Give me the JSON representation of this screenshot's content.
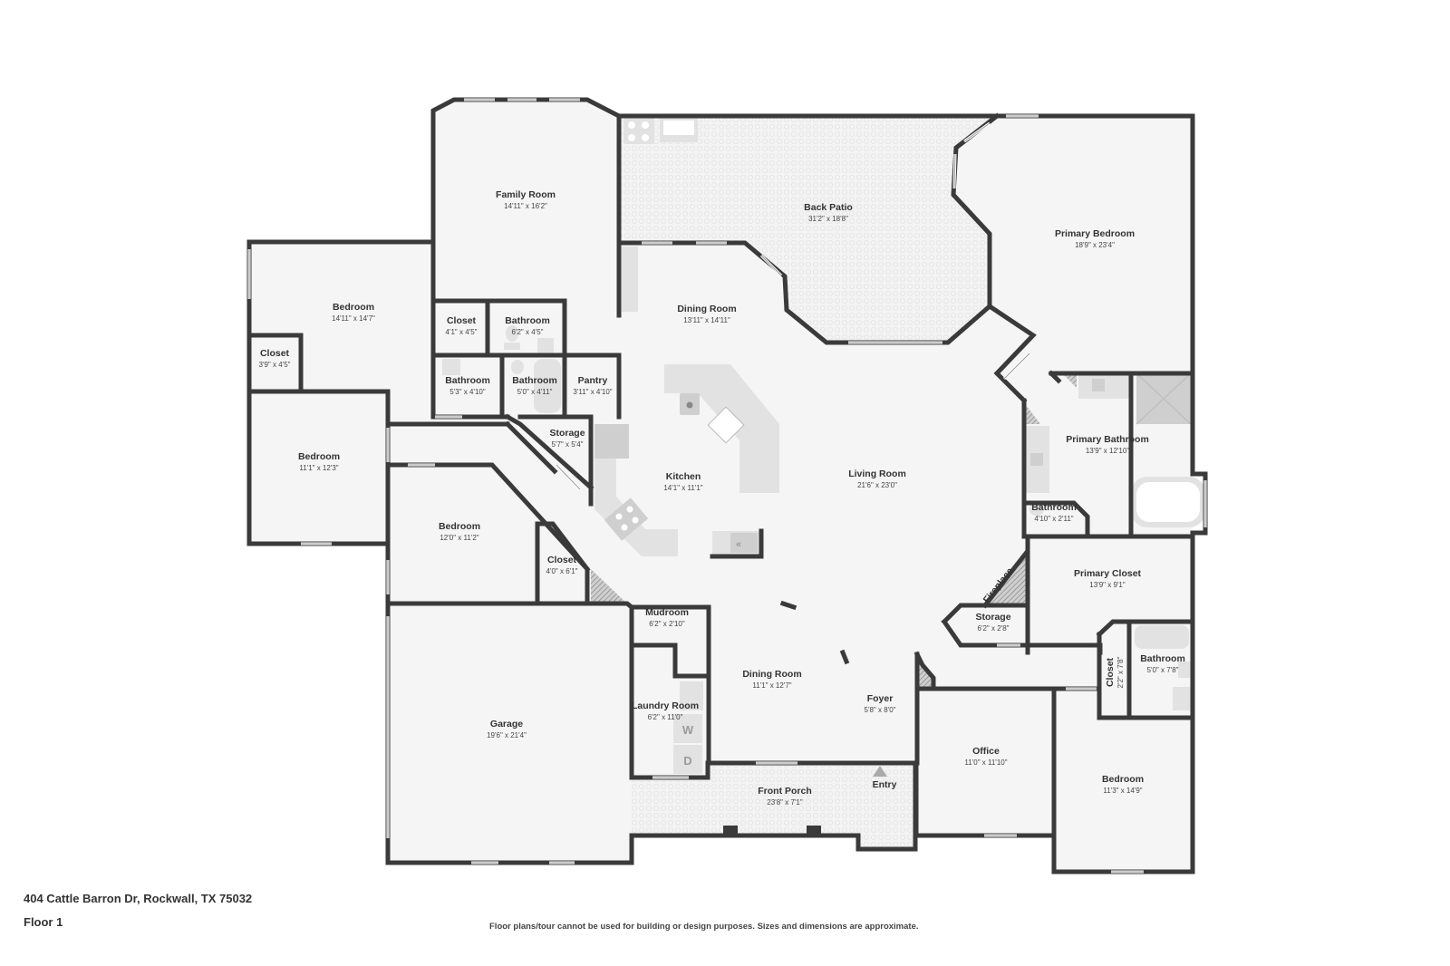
{
  "address": "404 Cattle Barron Dr, Rockwall, TX 75032",
  "floor_label": "Floor 1",
  "disclaimer": "Floor plans/tour cannot be used for building or design purposes. Sizes and dimensions are approximate.",
  "rooms": {
    "family_room": {
      "name": "Family Room",
      "dim": "14'11\" x 16'2\""
    },
    "back_patio": {
      "name": "Back Patio",
      "dim": "31'2\" x 18'8\""
    },
    "primary_bedroom": {
      "name": "Primary Bedroom",
      "dim": "18'9\" x 23'4\""
    },
    "bedroom_nw": {
      "name": "Bedroom",
      "dim": "14'11\" x 14'7\""
    },
    "closet_a": {
      "name": "Closet",
      "dim": "4'1\" x 4'5\""
    },
    "bathroom_a": {
      "name": "Bathroom",
      "dim": "6'2\" x 4'5\""
    },
    "dining_room_n": {
      "name": "Dining Room",
      "dim": "13'11\" x 14'11\""
    },
    "closet_b": {
      "name": "Closet",
      "dim": "3'9\" x 4'5\""
    },
    "bathroom_b": {
      "name": "Bathroom",
      "dim": "5'3\" x 4'10\""
    },
    "bathroom_c": {
      "name": "Bathroom",
      "dim": "5'0\" x 4'11\""
    },
    "pantry": {
      "name": "Pantry",
      "dim": "3'11\" x 4'10\""
    },
    "storage_a": {
      "name": "Storage",
      "dim": "5'7\" x 5'4\""
    },
    "primary_bathroom": {
      "name": "Primary Bathroom",
      "dim": "13'9\" x 12'10\""
    },
    "bedroom_w": {
      "name": "Bedroom",
      "dim": "11'1\" x 12'3\""
    },
    "kitchen": {
      "name": "Kitchen",
      "dim": "14'1\" x 11'1\""
    },
    "living_room": {
      "name": "Living Room",
      "dim": "21'6\" x 23'0\""
    },
    "bathroom_d": {
      "name": "Bathroom",
      "dim": "4'10\" x 2'11\""
    },
    "bedroom_c": {
      "name": "Bedroom",
      "dim": "12'0\" x 11'2\""
    },
    "closet_c": {
      "name": "Closet",
      "dim": "4'0\" x 6'1\""
    },
    "fireplace": {
      "name": "Fireplace"
    },
    "primary_closet": {
      "name": "Primary Closet",
      "dim": "13'9\" x 9'1\""
    },
    "mudroom": {
      "name": "Mudroom",
      "dim": "6'2\" x 2'10\""
    },
    "storage_b": {
      "name": "Storage",
      "dim": "6'2\" x 2'8\""
    },
    "closet_d": {
      "name": "Closet",
      "dim": "2'2\" x 7'8\""
    },
    "bathroom_e": {
      "name": "Bathroom",
      "dim": "5'0\" x 7'8\""
    },
    "dining_room_s": {
      "name": "Dining Room",
      "dim": "11'1\" x 12'7\""
    },
    "foyer": {
      "name": "Foyer",
      "dim": "5'8\" x 8'0\""
    },
    "laundry_room": {
      "name": "Laundry Room",
      "dim": "6'2\" x 11'0\""
    },
    "garage": {
      "name": "Garage",
      "dim": "19'6\" x 21'4\""
    },
    "office": {
      "name": "Office",
      "dim": "11'0\" x 11'10\""
    },
    "bedroom_se": {
      "name": "Bedroom",
      "dim": "11'3\" x 14'9\""
    },
    "front_porch": {
      "name": "Front Porch",
      "dim": "23'8\" x 7'1\""
    },
    "entry": {
      "name": "Entry"
    }
  },
  "appliances": {
    "washer": "W",
    "dryer": "D"
  }
}
